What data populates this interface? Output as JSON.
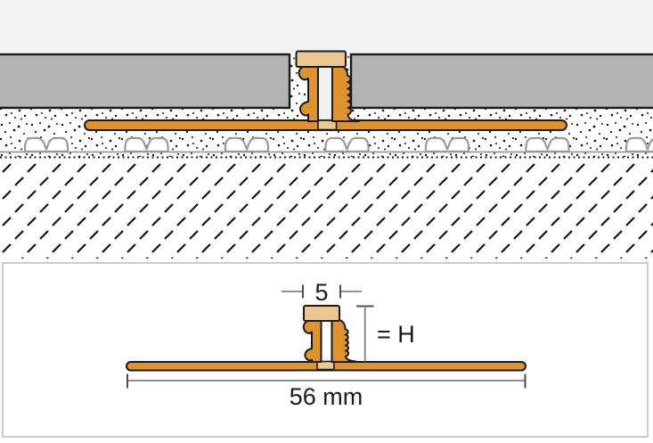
{
  "labels": {
    "joint_width": "5",
    "profile_height": "= H",
    "profile_width": "56 mm"
  },
  "colors": {
    "profile_body_orange": "#DE9230",
    "movement_insert_tan": "#ECC794",
    "tile_gray": "#B3B3B3",
    "wall_background_gray": "#F3F3F3",
    "outline_black": "#1A1A1A",
    "dimension_line_gray": "#808080",
    "tick_dark_gray": "#4D4D4D",
    "panel_border_gray": "#CCCCCC",
    "adhesive_ridge_gray": "#999999"
  }
}
